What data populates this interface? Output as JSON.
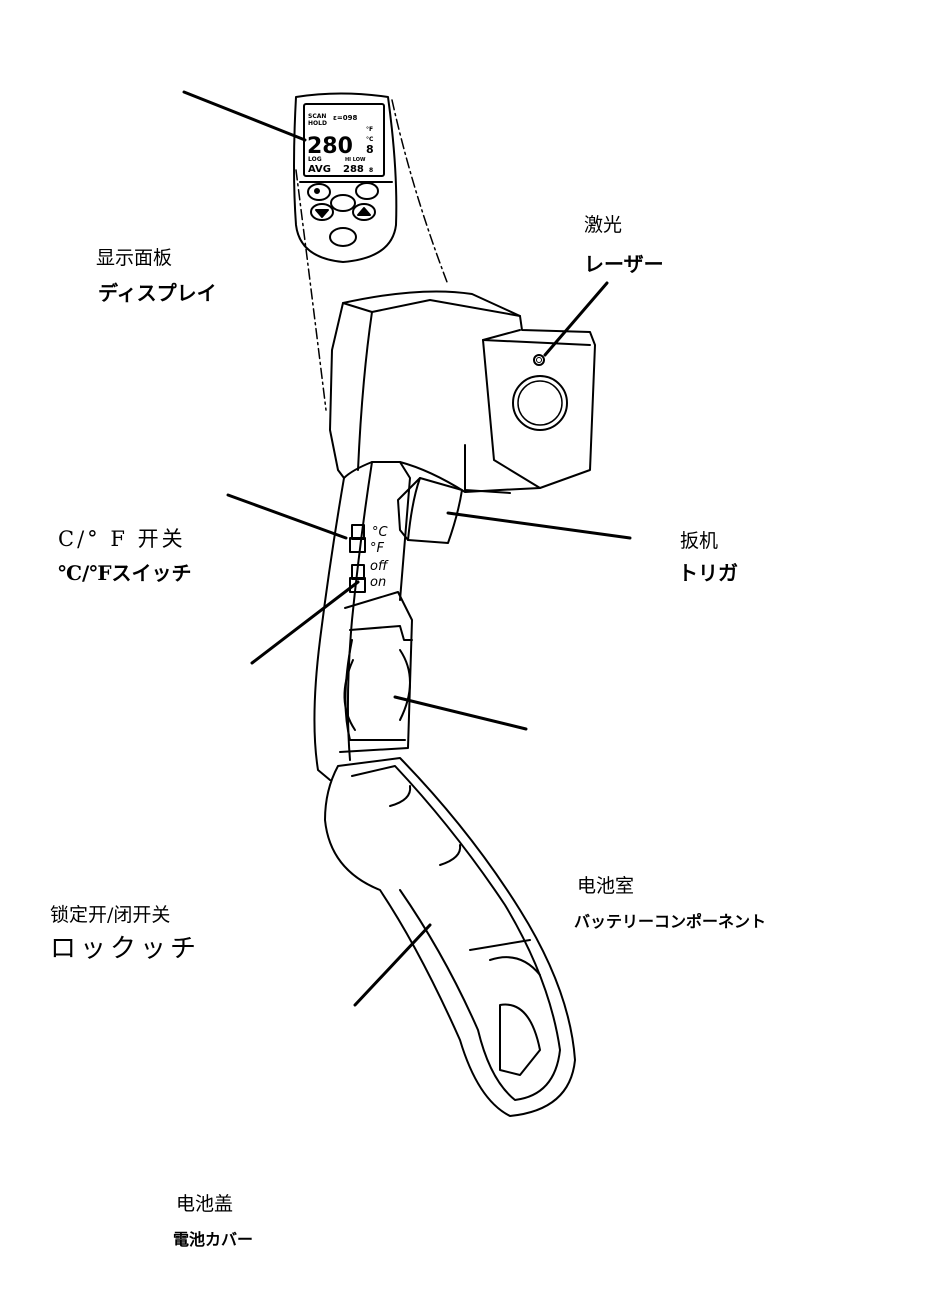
{
  "labels": {
    "display": {
      "zh": "显示面板",
      "ja": "ディスプレイ"
    },
    "laser": {
      "zh": "激光",
      "ja": "レーザー"
    },
    "switch_cf": {
      "zh": "C/° F 开关",
      "ja": "℃/℉スイッチ"
    },
    "trigger": {
      "zh": "扳机",
      "ja": "トリガ"
    },
    "battery_compartment": {
      "zh": "电池室",
      "ja": "バッテリーコンポーネント"
    },
    "lock_switch": {
      "zh": "锁定开/闭开关",
      "ja": "ロックッチ"
    },
    "battery_cover": {
      "zh": "电池盖",
      "ja": "電池カバー"
    }
  },
  "device": {
    "lcd": {
      "scan": "SCAN",
      "hold": "HOLD",
      "emissivity": "ε=098",
      "main_reading": "280",
      "main_decimal": "8",
      "unit_c": "°C",
      "unit_f": "°F",
      "log": "LOG",
      "hi_low": "HI LOW",
      "avg": "AVG",
      "avg_reading": "288",
      "avg_decimal": "8"
    },
    "switch_marks": {
      "c": "°C",
      "f": "°F",
      "off": "off",
      "on": "on"
    }
  },
  "colors": {
    "line": "#000000",
    "background": "#ffffff"
  }
}
